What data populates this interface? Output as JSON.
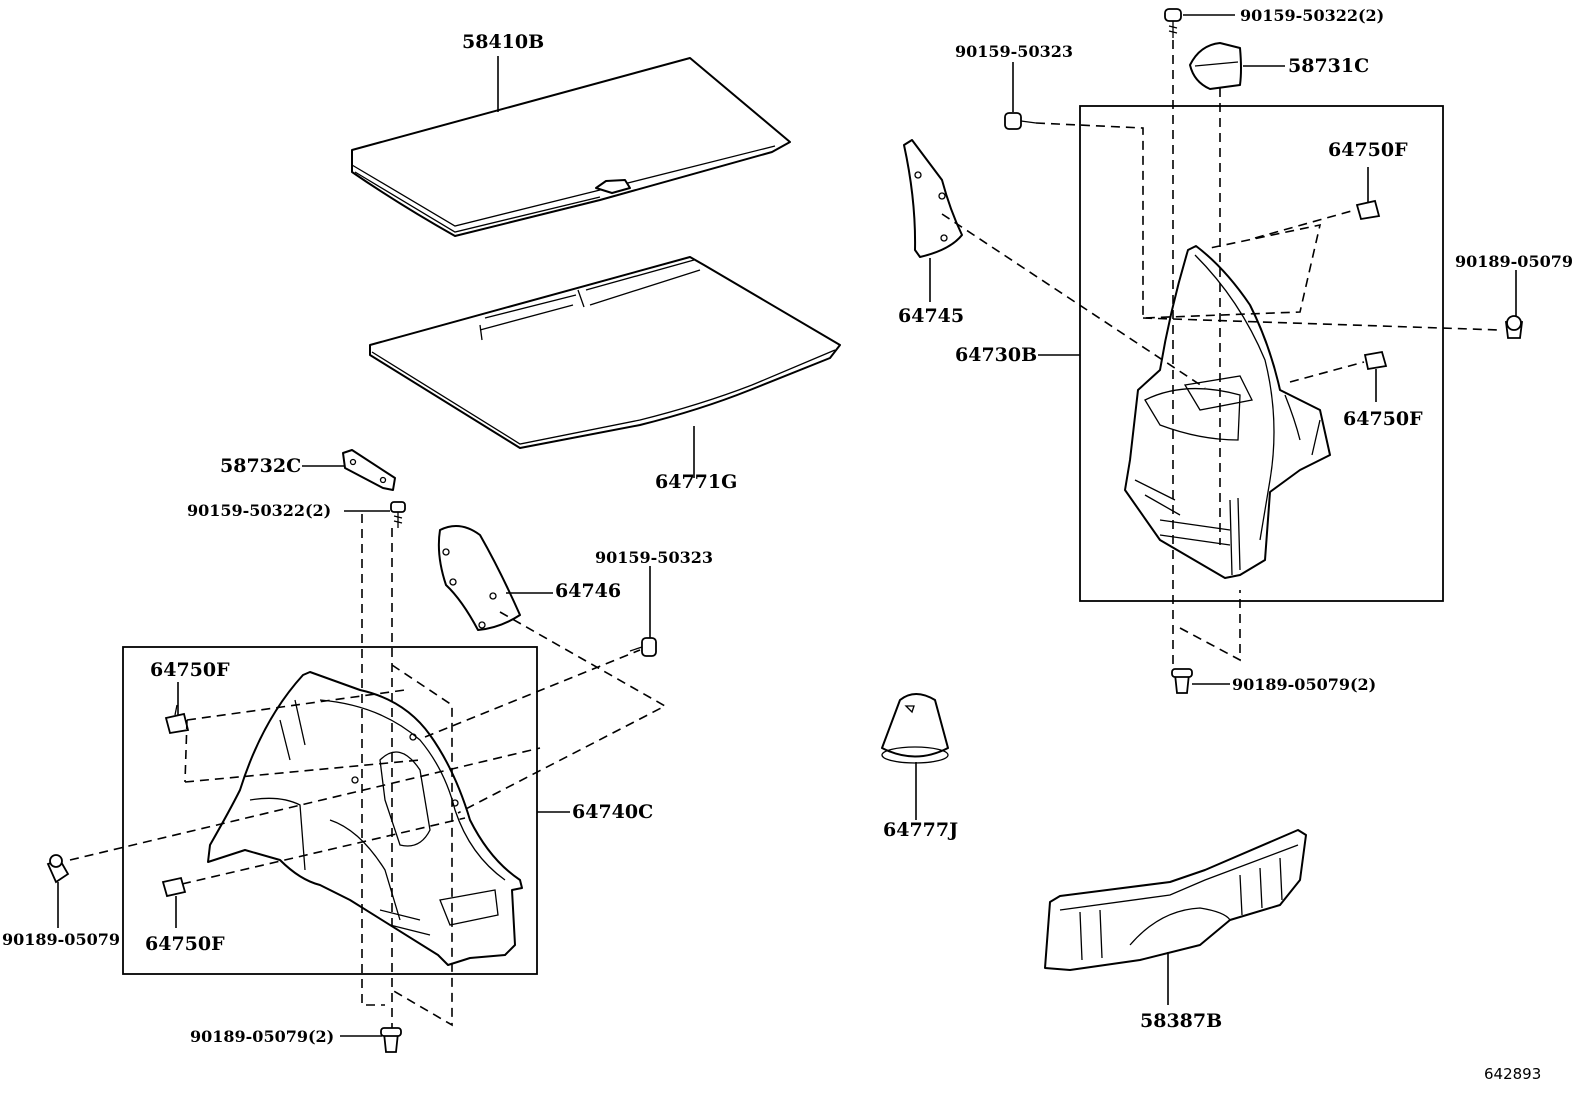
{
  "diagram_id": "642893",
  "callouts": [
    {
      "id": "c-58410b",
      "text": "58410B"
    },
    {
      "id": "c-64771g",
      "text": "64771G"
    },
    {
      "id": "c-58732c",
      "text": "58732C"
    },
    {
      "id": "c-90159-50322-left",
      "text": "90159-50322(2)"
    },
    {
      "id": "c-64746",
      "text": "64746"
    },
    {
      "id": "c-90159-50323-left",
      "text": "90159-50323"
    },
    {
      "id": "c-64750f-left-top",
      "text": "64750F"
    },
    {
      "id": "c-64740c",
      "text": "64740C"
    },
    {
      "id": "c-90189-05079-left",
      "text": "90189-05079"
    },
    {
      "id": "c-64750f-left-bottom",
      "text": "64750F"
    },
    {
      "id": "c-90189-05079-bottom",
      "text": "90189-05079(2)"
    },
    {
      "id": "c-90159-50322-right",
      "text": "90159-50322(2)"
    },
    {
      "id": "c-90159-50323-right",
      "text": "90159-50323"
    },
    {
      "id": "c-58731c",
      "text": "58731C"
    },
    {
      "id": "c-64750f-right-top",
      "text": "64750F"
    },
    {
      "id": "c-90189-05079-right",
      "text": "90189-05079"
    },
    {
      "id": "c-64745",
      "text": "64745"
    },
    {
      "id": "c-64730b",
      "text": "64730B"
    },
    {
      "id": "c-64750f-right-mid",
      "text": "64750F"
    },
    {
      "id": "c-90189-05079-right-bottom",
      "text": "90189-05079(2)"
    },
    {
      "id": "c-64777j",
      "text": "64777J"
    },
    {
      "id": "c-58387b",
      "text": "58387B"
    }
  ]
}
